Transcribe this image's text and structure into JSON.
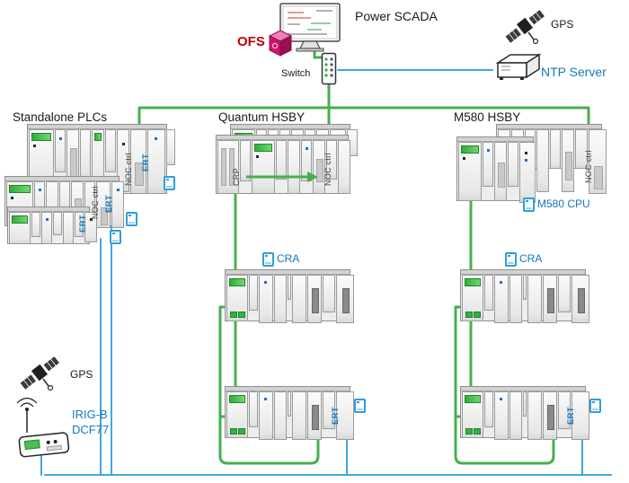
{
  "header": {
    "power_scada": "Power SCADA",
    "ofs": "OFS",
    "switch": "Switch",
    "gps": "GPS",
    "ntp_server": "NTP Server"
  },
  "standalone": {
    "title": "Standalone PLCs",
    "ert_top": "ERT",
    "noc_top": "NOC ctrl",
    "noc_mid": "NOC ctrl",
    "ert_mid": "ERT",
    "ert_bottom": "ERT"
  },
  "quantum": {
    "title": "Quantum HSBY",
    "crp": "CRP",
    "noc": "NOC ctrl",
    "cra": "CRA",
    "ert": "ERT"
  },
  "m580": {
    "title": "M580 HSBY",
    "noc": "NOC ctrl",
    "cpu": "M580 CPU",
    "cra": "CRA",
    "ert": "ERT"
  },
  "bottom": {
    "gps": "GPS",
    "irig_b": "IRIG-B",
    "dcf77": "DCF77"
  },
  "colors": {
    "ethernet_green": "#44b04e",
    "timesync_blue": "#3fa9dc",
    "label_blue": "#1577bc",
    "ofs_red": "#c00000",
    "ofs_icon_magenta": "#cf146b"
  }
}
